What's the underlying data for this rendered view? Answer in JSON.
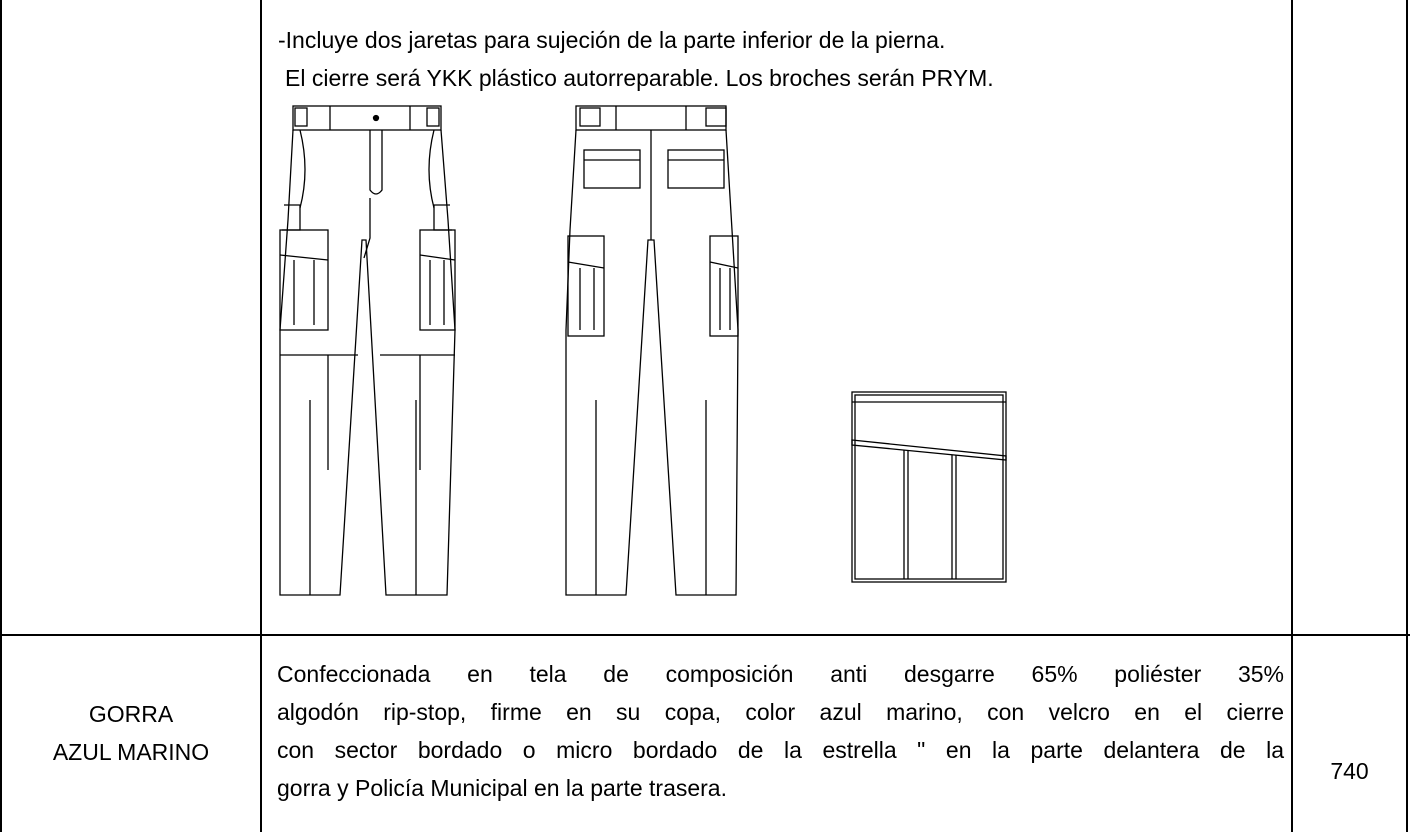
{
  "row1": {
    "spec_line_1": "-Incluye dos jaretas para sujeción de la parte inferior de la pierna.",
    "spec_line_2": "El cierre será YKK plástico autorreparable. Los broches serán PRYM."
  },
  "row2": {
    "item_name_line_1": "GORRA",
    "item_name_line_2": "AZUL MARINO",
    "description_lines": [
      "Confeccionada en tela de composición anti desgarre 65% poliéster 35%",
      "algodón rip-stop, firme en su copa, color azul marino, con velcro en el cierre",
      "con sector bordado o micro bordado de la estrella \" en la parte delantera de la",
      "gorra y Policía Municipal en la parte trasera."
    ],
    "quantity": "740"
  }
}
